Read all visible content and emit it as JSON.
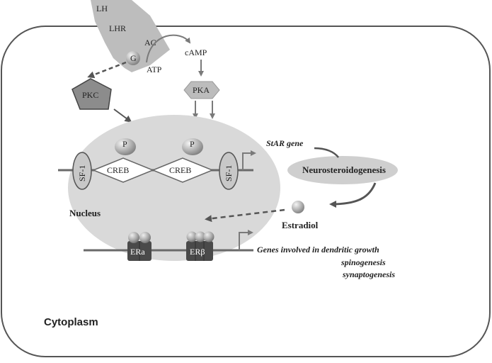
{
  "labels": {
    "lh": "LH",
    "lhr": "LHR",
    "ac": "AC",
    "g": "G",
    "atp": "ATP",
    "camp": "cAMP",
    "pkc": "PKC",
    "pka": "PKA",
    "p_left": "P",
    "p_right": "P",
    "creb_left": "CREB",
    "creb_right": "CREB",
    "sf1_left": "SF-1",
    "sf1_right": "SF-1",
    "star_gene": "StAR gene",
    "neurosteroidogenesis": "Neurosteroidogenesis",
    "nucleus": "Nucleus",
    "estradiol": "Estradiol",
    "er_alpha": "ERa",
    "er_beta": "ERβ",
    "genes_line1": "Genes involved in dendritic growth",
    "genes_line2": "spinogenesis",
    "genes_line3": "synaptogenesis",
    "cytoplasm": "Cytoplasm"
  },
  "colors": {
    "cell_outline": "#555555",
    "receptor": "#bdbdbd",
    "nucleus": "#d9d9d9",
    "arrow": "#7a7a7a",
    "pkc_fill": "#8c8c8c",
    "pka_fill": "#bcbcbc",
    "er_fill": "#4a4a4a",
    "neuro_fill": "#cfcfcf"
  }
}
